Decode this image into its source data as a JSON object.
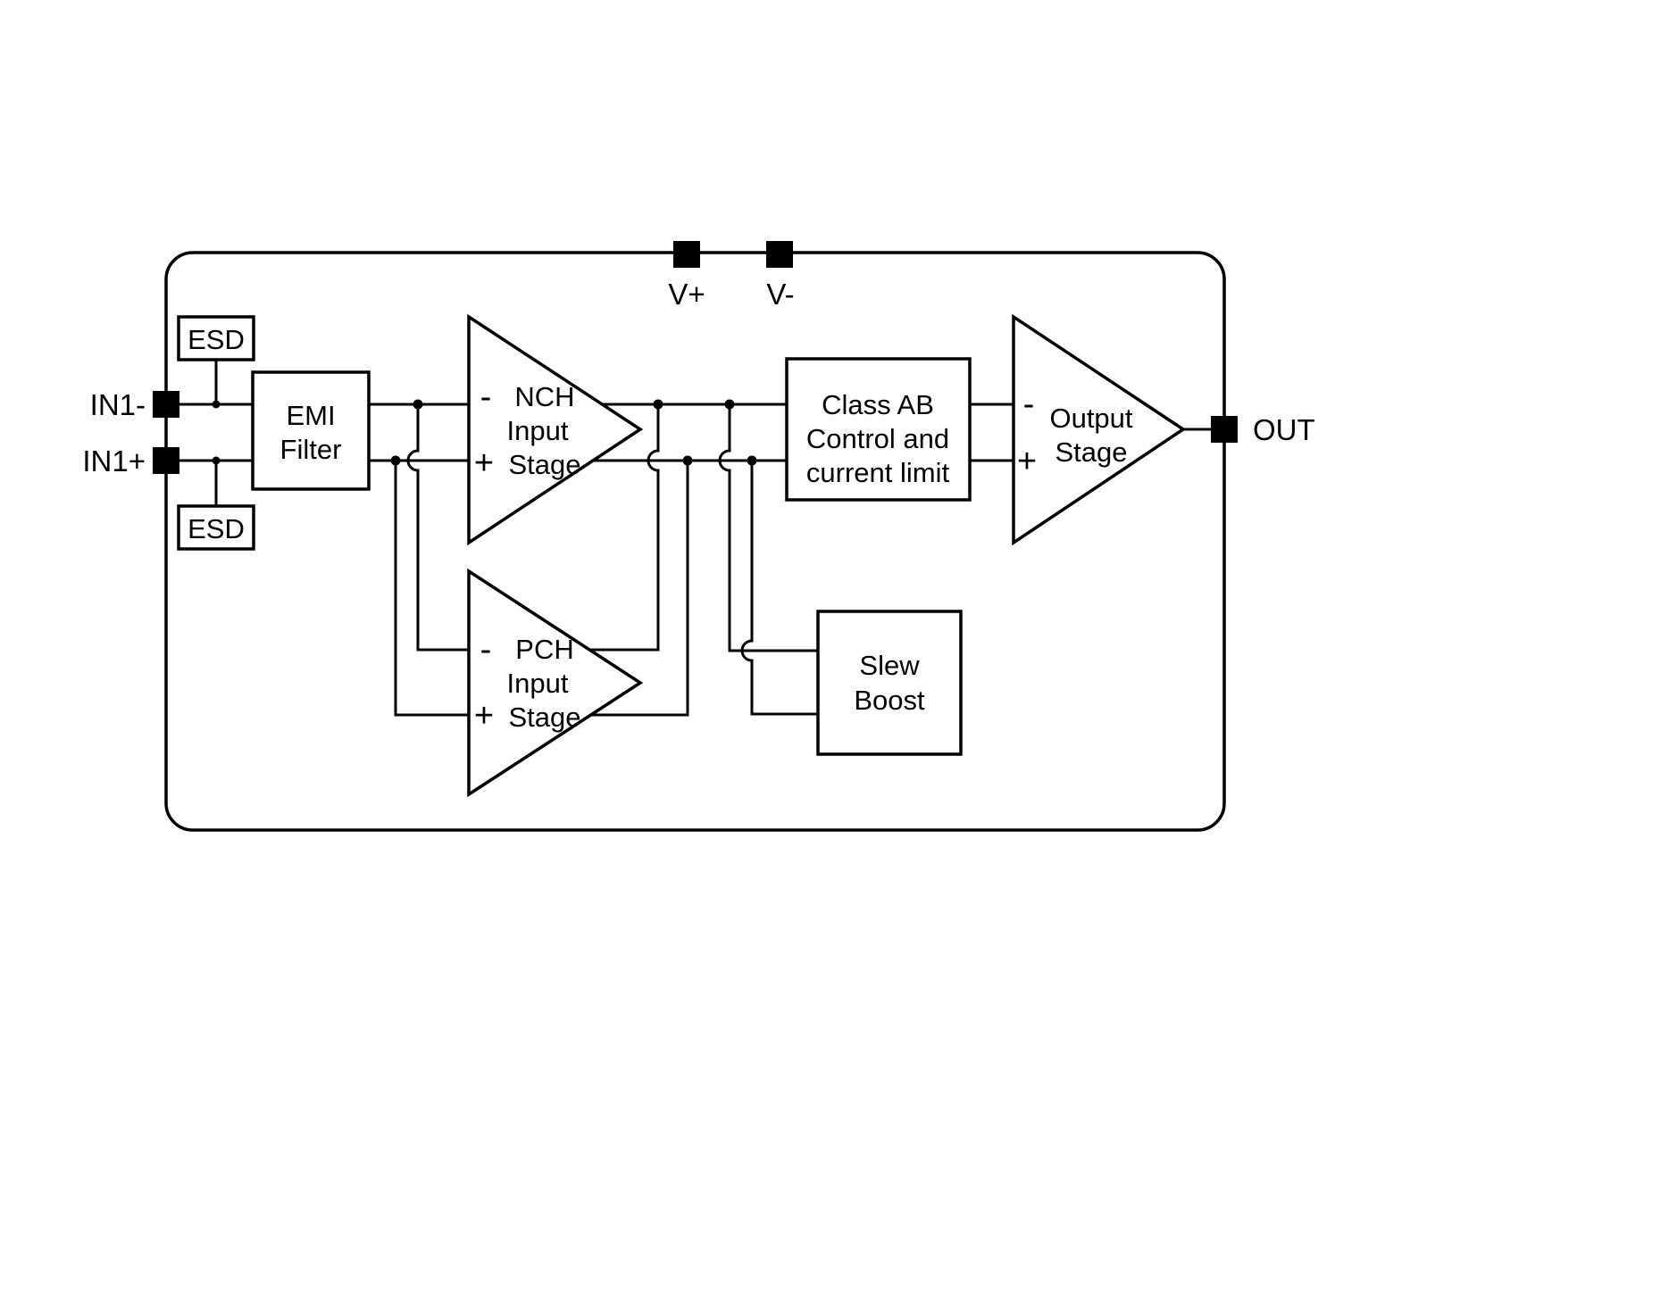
{
  "pins": {
    "v_plus": "V+",
    "v_minus": "V-",
    "in1_minus": "IN1-",
    "in1_plus": "IN1+",
    "out": "OUT"
  },
  "blocks": {
    "esd_top": {
      "label": "ESD"
    },
    "esd_bottom": {
      "label": "ESD"
    },
    "emi_filter": {
      "line1": "EMI",
      "line2": "Filter"
    },
    "nch_input_stage": {
      "minus": "-",
      "title": "NCH",
      "line2": "Input",
      "plus": "+",
      "line3": "Stage"
    },
    "pch_input_stage": {
      "minus": "-",
      "title": "PCH",
      "line2": "Input",
      "plus": "+",
      "line3": "Stage"
    },
    "class_ab_control": {
      "line1": "Class AB",
      "line2": "Control and",
      "line3": "current limit"
    },
    "slew_boost": {
      "line1": "Slew",
      "line2": "Boost"
    },
    "output_stage": {
      "minus": "-",
      "plus": "+",
      "line1": "Output",
      "line2": "Stage"
    }
  },
  "colors": {
    "stroke": "#000000",
    "text": "#000000",
    "pad": "#000000",
    "background": "#ffffff"
  }
}
